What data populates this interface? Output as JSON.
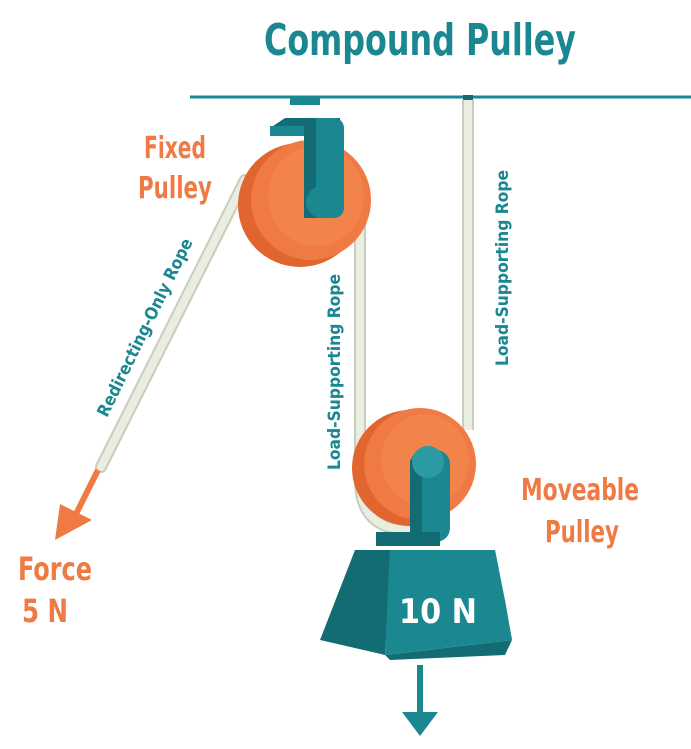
{
  "title": "Compound Pulley",
  "labels": {
    "fixed_pulley_line1": "Fixed",
    "fixed_pulley_line2": "Pulley",
    "moveable_pulley_line1": "Moveable",
    "moveable_pulley_line2": "Pulley",
    "force_line1": "Force",
    "force_line2": "5 N",
    "weight": "10 N",
    "rope_redirecting": "Redirecting-Only Rope",
    "rope_load_left": "Load-Supporting Rope",
    "rope_load_right": "Load-Supporting Rope"
  },
  "colors": {
    "teal": "#1a8791",
    "teal_dark": "#136c74",
    "teal_light": "#2a9aa3",
    "orange": "#f07a44",
    "orange_dark": "#e0652f",
    "rope": "#eaeee0",
    "rope_edge": "#c9cdbd"
  }
}
